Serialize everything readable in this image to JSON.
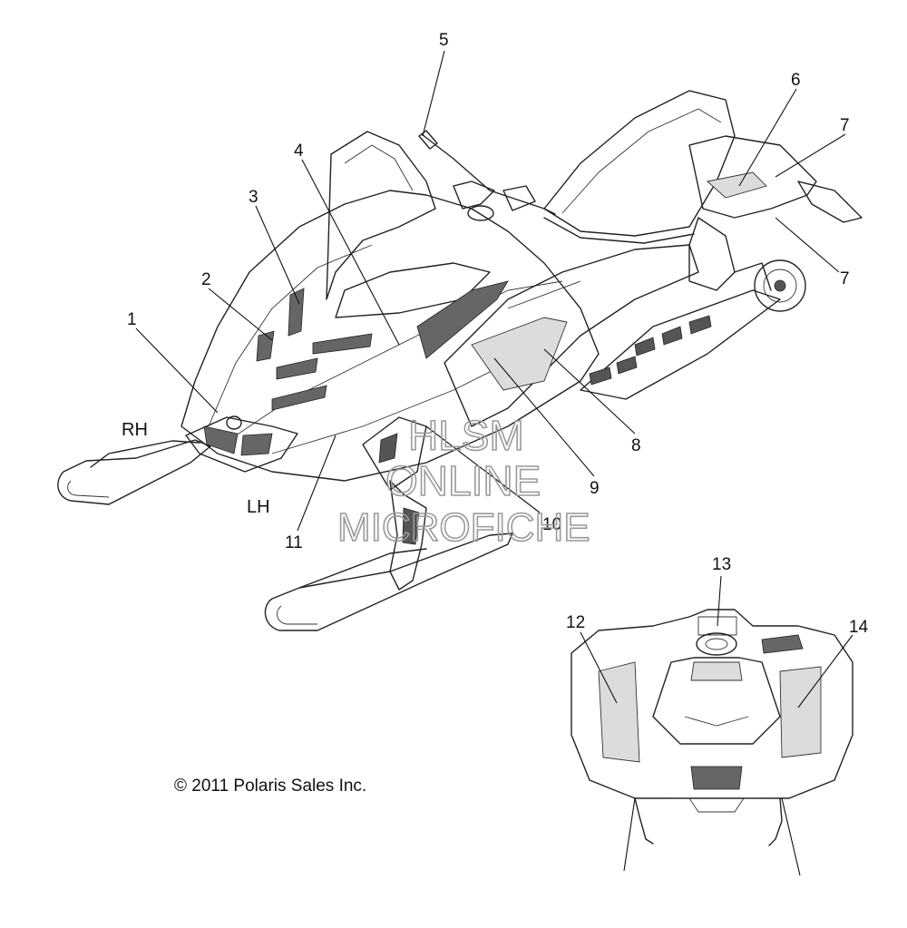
{
  "callouts": [
    "1",
    "2",
    "3",
    "4",
    "5",
    "6",
    "7",
    "7",
    "8",
    "9",
    "10",
    "11",
    "12",
    "13",
    "14"
  ],
  "side_labels": {
    "rh": "RH",
    "lh": "LH"
  },
  "copyright": "© 2011 Polaris Sales Inc.",
  "watermark": {
    "line1": "HLSM",
    "line2": "ONLINE",
    "line3": "MICROFICHE"
  }
}
